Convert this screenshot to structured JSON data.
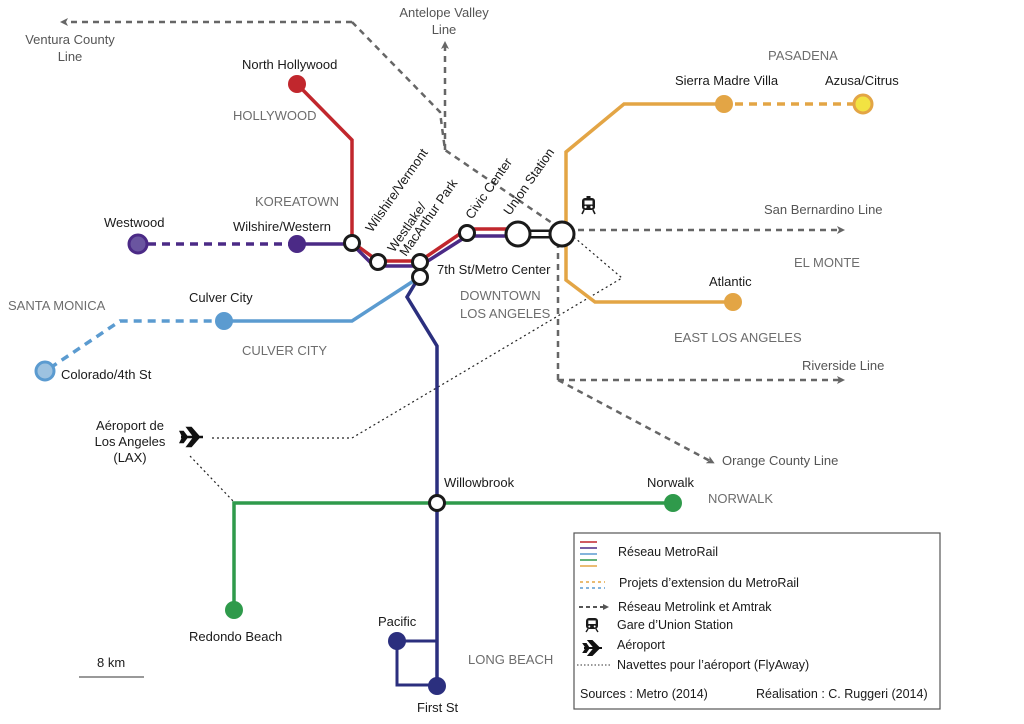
{
  "colors": {
    "red": "#c1272d",
    "purple": "#4b2a86",
    "blue_light": "#5b9bd0",
    "navy": "#2b2f7e",
    "green": "#2f9a4b",
    "gold": "#e3a545",
    "yellow": "#f2e342",
    "rail_gray": "#666666"
  },
  "areas": {
    "hollywood": "HOLLYWOOD",
    "koreatown": "KOREATOWN",
    "santa_monica": "SANTA MONICA",
    "culver_city": "CULVER CITY",
    "downtown_1": "DOWNTOWN",
    "downtown_2": "LOS ANGELES",
    "pasadena": "PASADENA",
    "el_monte": "EL MONTE",
    "east_la": "EAST LOS ANGELES",
    "norwalk": "NORWALK",
    "long_beach": "LONG BEACH"
  },
  "stations": {
    "north_hollywood": "North Hollywood",
    "westwood": "Westwood",
    "wilshire_western": "Wilshire/Western",
    "wilshire_vermont": "Wilshire/Vermont",
    "westlake_1": "Westlake/",
    "westlake_2": "MacArthur Park",
    "civic_center": "Civic Center",
    "union_station": "Union Station",
    "seventh_metro": "7th St/Metro Center",
    "culver_city": "Culver City",
    "colorado_4th": "Colorado/4th St",
    "sierra_madre": "Sierra Madre Villa",
    "azusa": "Azusa/Citrus",
    "atlantic": "Atlantic",
    "willowbrook": "Willowbrook",
    "norwalk": "Norwalk",
    "redondo": "Redondo Beach",
    "pacific": "Pacific",
    "first_st": "First St"
  },
  "rail_lines": {
    "ventura_1": "Ventura County",
    "ventura_2": "Line",
    "antelope_1": "Antelope Valley",
    "antelope_2": "Line",
    "san_bernardino": "San Bernardino Line",
    "riverside": "Riverside Line",
    "orange_county": "Orange County Line"
  },
  "airport": {
    "line1": "Aéroport de",
    "line2": "Los Angeles",
    "line3": "(LAX)",
    "icon": "airplane-icon"
  },
  "scale": {
    "label": "8 km"
  },
  "legend": {
    "metrorail": "Réseau MetroRail",
    "extensions": "Projets d’extension du MetroRail",
    "metrolink": "Réseau Metrolink et Amtrak",
    "union_station": "Gare d’Union Station",
    "airport": "Aéroport",
    "flyaway": "Navettes pour l’aéroport (FlyAway)",
    "sources": "Sources : Metro (2014)",
    "credit": "Réalisation : C. Ruggeri (2014)"
  }
}
